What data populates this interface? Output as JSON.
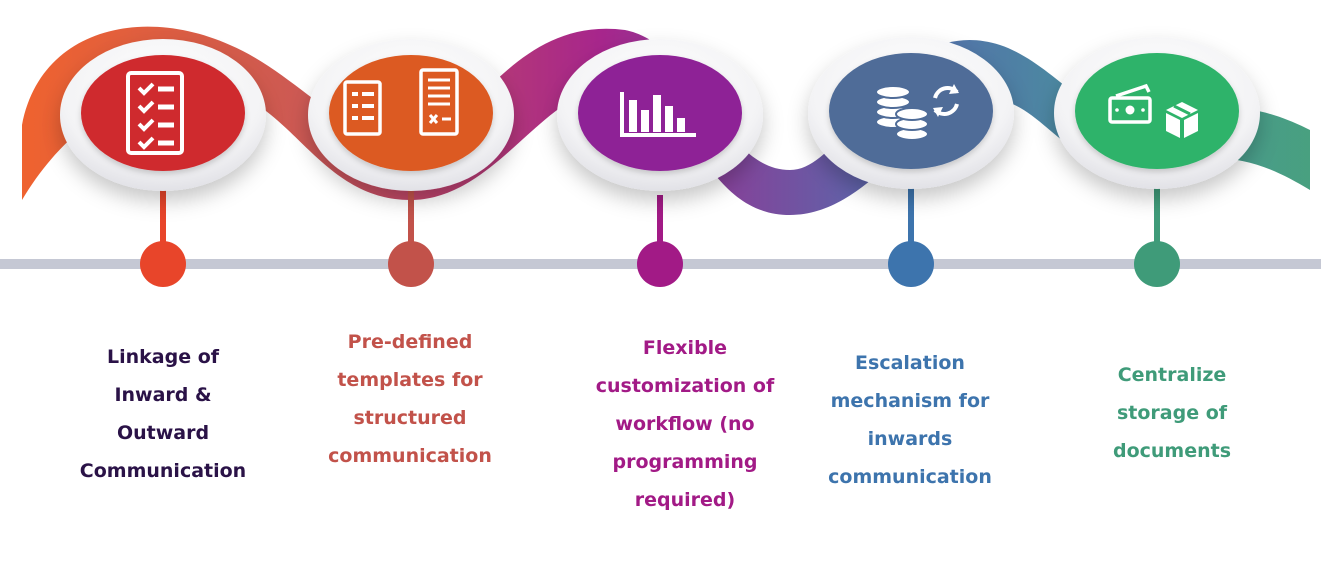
{
  "colors": {
    "step1": "#e8452a",
    "step2": "#c2524a",
    "step3": "#a21a86",
    "step4": "#3d74ad",
    "step5": "#3f9b79",
    "step1_label": "#2a1247",
    "timeline": "#c5c8d4"
  },
  "steps": [
    {
      "icon": "checklist-icon",
      "lines": [
        "Linkage of",
        "Inward &",
        "Outward",
        "Communication"
      ]
    },
    {
      "icon": "templates-icon",
      "lines": [
        "Pre-defined",
        "templates for",
        "structured",
        "communication"
      ]
    },
    {
      "icon": "bar-chart-icon",
      "lines": [
        "Flexible",
        "customization of",
        "workflow (no",
        "programming",
        "required)"
      ]
    },
    {
      "icon": "coins-exchange-icon",
      "lines": [
        "Escalation",
        "mechanism for",
        "inwards",
        "communication"
      ]
    },
    {
      "icon": "money-box-icon",
      "lines": [
        "Centralize",
        "storage of",
        "documents"
      ]
    }
  ]
}
